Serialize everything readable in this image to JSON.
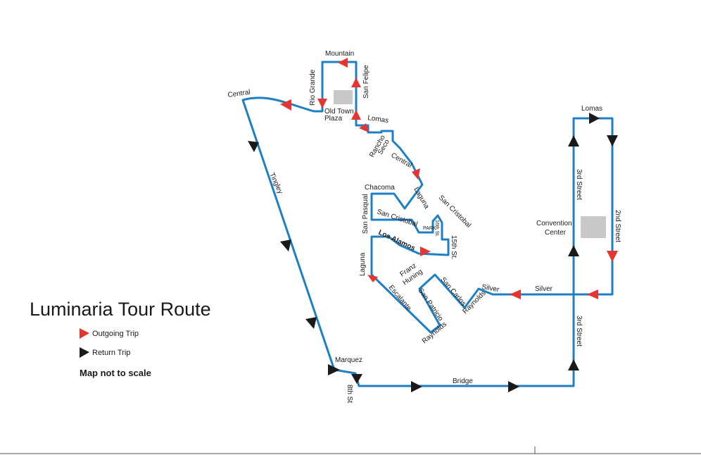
{
  "title": "Luminaria Tour Route",
  "legend": {
    "outgoing_label": "Outgoing Trip",
    "return_label": "Return Trip",
    "note": "Map not to scale"
  },
  "landmarks": {
    "old_town_plaza_line1": "Old Town",
    "old_town_plaza_line2": "Plaza",
    "convention_center_line1": "Convention",
    "convention_center_line2": "Center"
  },
  "streets": {
    "mountain": "Mountain",
    "san_felipe": "San Felipe",
    "rio_grande": "Rio Grande",
    "central_west": "Central",
    "lomas_oldtown": "Lomas",
    "rancho": "Rancho",
    "seco": "Seco",
    "central_mid": "Central",
    "tingley": "Tingley",
    "chacoma": "Chacoma",
    "laguna_upper": "Laguna",
    "san_pasqual": "San Pasqual",
    "san_cristobal_a": "San Cristobal",
    "san_cristobal_b": "San Cristobal",
    "park": "PARK",
    "sixteenth": "16th St.",
    "fifteenth": "15th St.",
    "los_alamos": "Los Alamos",
    "laguna_lower": "Laguna",
    "franz": "Franz",
    "huning": "Huning",
    "escalante": "Escalante",
    "san_patricio": "San Patricio",
    "raynolds_lower": "Raynolds",
    "san_carlos": "San Carlos",
    "raynolds_mid": "Raynolds",
    "silver_short": "Silver",
    "silver_long": "Silver",
    "lomas_east": "Lomas",
    "third_street_upper": "3rd Street",
    "second_street": "2nd Street",
    "third_street_lower": "3rd Street",
    "marquez": "Marquez",
    "eighth": "8th St",
    "bridge": "Bridge"
  },
  "colors": {
    "route": "#1f7fc4",
    "outgoing": "#e63530",
    "return": "#1a1a1a",
    "landmark_fill": "#c8c8c8"
  },
  "icons": {
    "outgoing": "red-triangle-arrow-icon",
    "return": "black-triangle-arrow-icon"
  }
}
